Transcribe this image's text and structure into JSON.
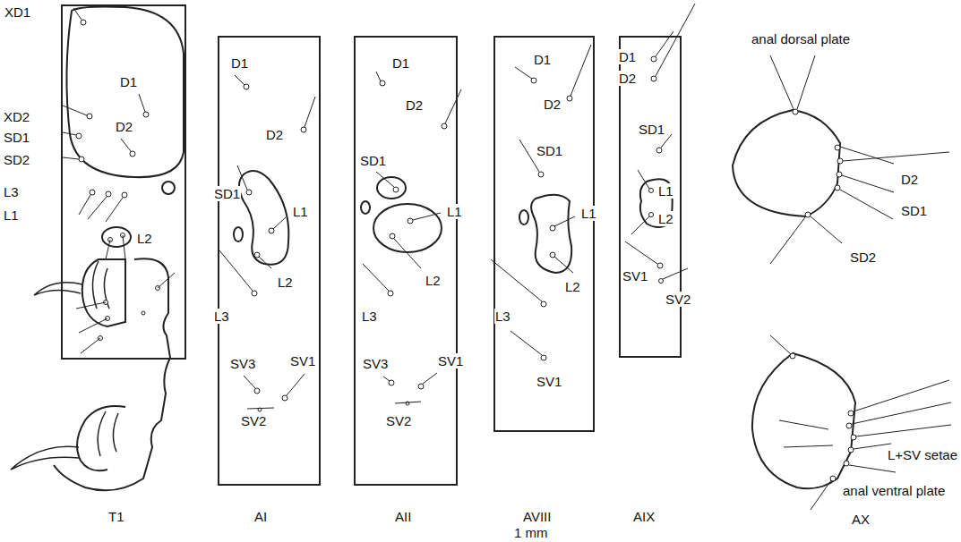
{
  "diagram": {
    "nodes": [
      {
        "text": [
          "XD1",
          "D1",
          "XD2",
          "D2",
          "SD1",
          "SD2",
          "L3",
          "L1",
          "L2",
          "T1"
        ]
      },
      {
        "text": [
          "D1",
          "D2",
          "SD1",
          "L1",
          "L2",
          "L3",
          "SV3",
          "SV1",
          "SV2",
          "AI"
        ]
      },
      {
        "text": [
          "D1",
          "D2",
          "SD1",
          "L1",
          "L2",
          "L3",
          "SV3",
          "SV1",
          "SV2",
          "AII"
        ]
      },
      {
        "text": [
          "D1",
          "D2",
          "SD1",
          "L1",
          "L2",
          "L3",
          "SV1",
          "AVIII"
        ]
      },
      {
        "text": [
          "D1",
          "D2",
          "SD1",
          "L1",
          "L2",
          "SV1",
          "SV2",
          "AIX"
        ]
      }
    ],
    "labels": [
      "anal dorsal plate",
      "D2",
      "SD1",
      "SD2",
      "L+SV setae",
      "anal ventral plate",
      "AX",
      "1 mm"
    ]
  }
}
